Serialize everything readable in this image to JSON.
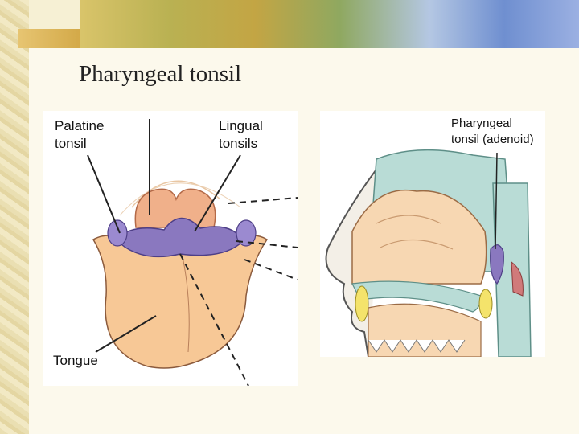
{
  "slide": {
    "title": "Pharyngeal tonsil"
  },
  "left_figure": {
    "labels": {
      "palatine_line1": "Palatine",
      "palatine_line2": "tonsil",
      "lingual_line1": "Lingual",
      "lingual_line2": "tonsils",
      "tongue": "Tongue"
    }
  },
  "right_figure": {
    "labels": {
      "pharyngeal_line1": "Pharyngeal",
      "pharyngeal_line2": "tonsil (adenoid)"
    }
  },
  "colors": {
    "tongue": "#f7c896",
    "tonsil": "#8a78bf",
    "sinus": "#b9dcd6",
    "bone": "#f7d7b2",
    "background": "#f6f0d4"
  }
}
